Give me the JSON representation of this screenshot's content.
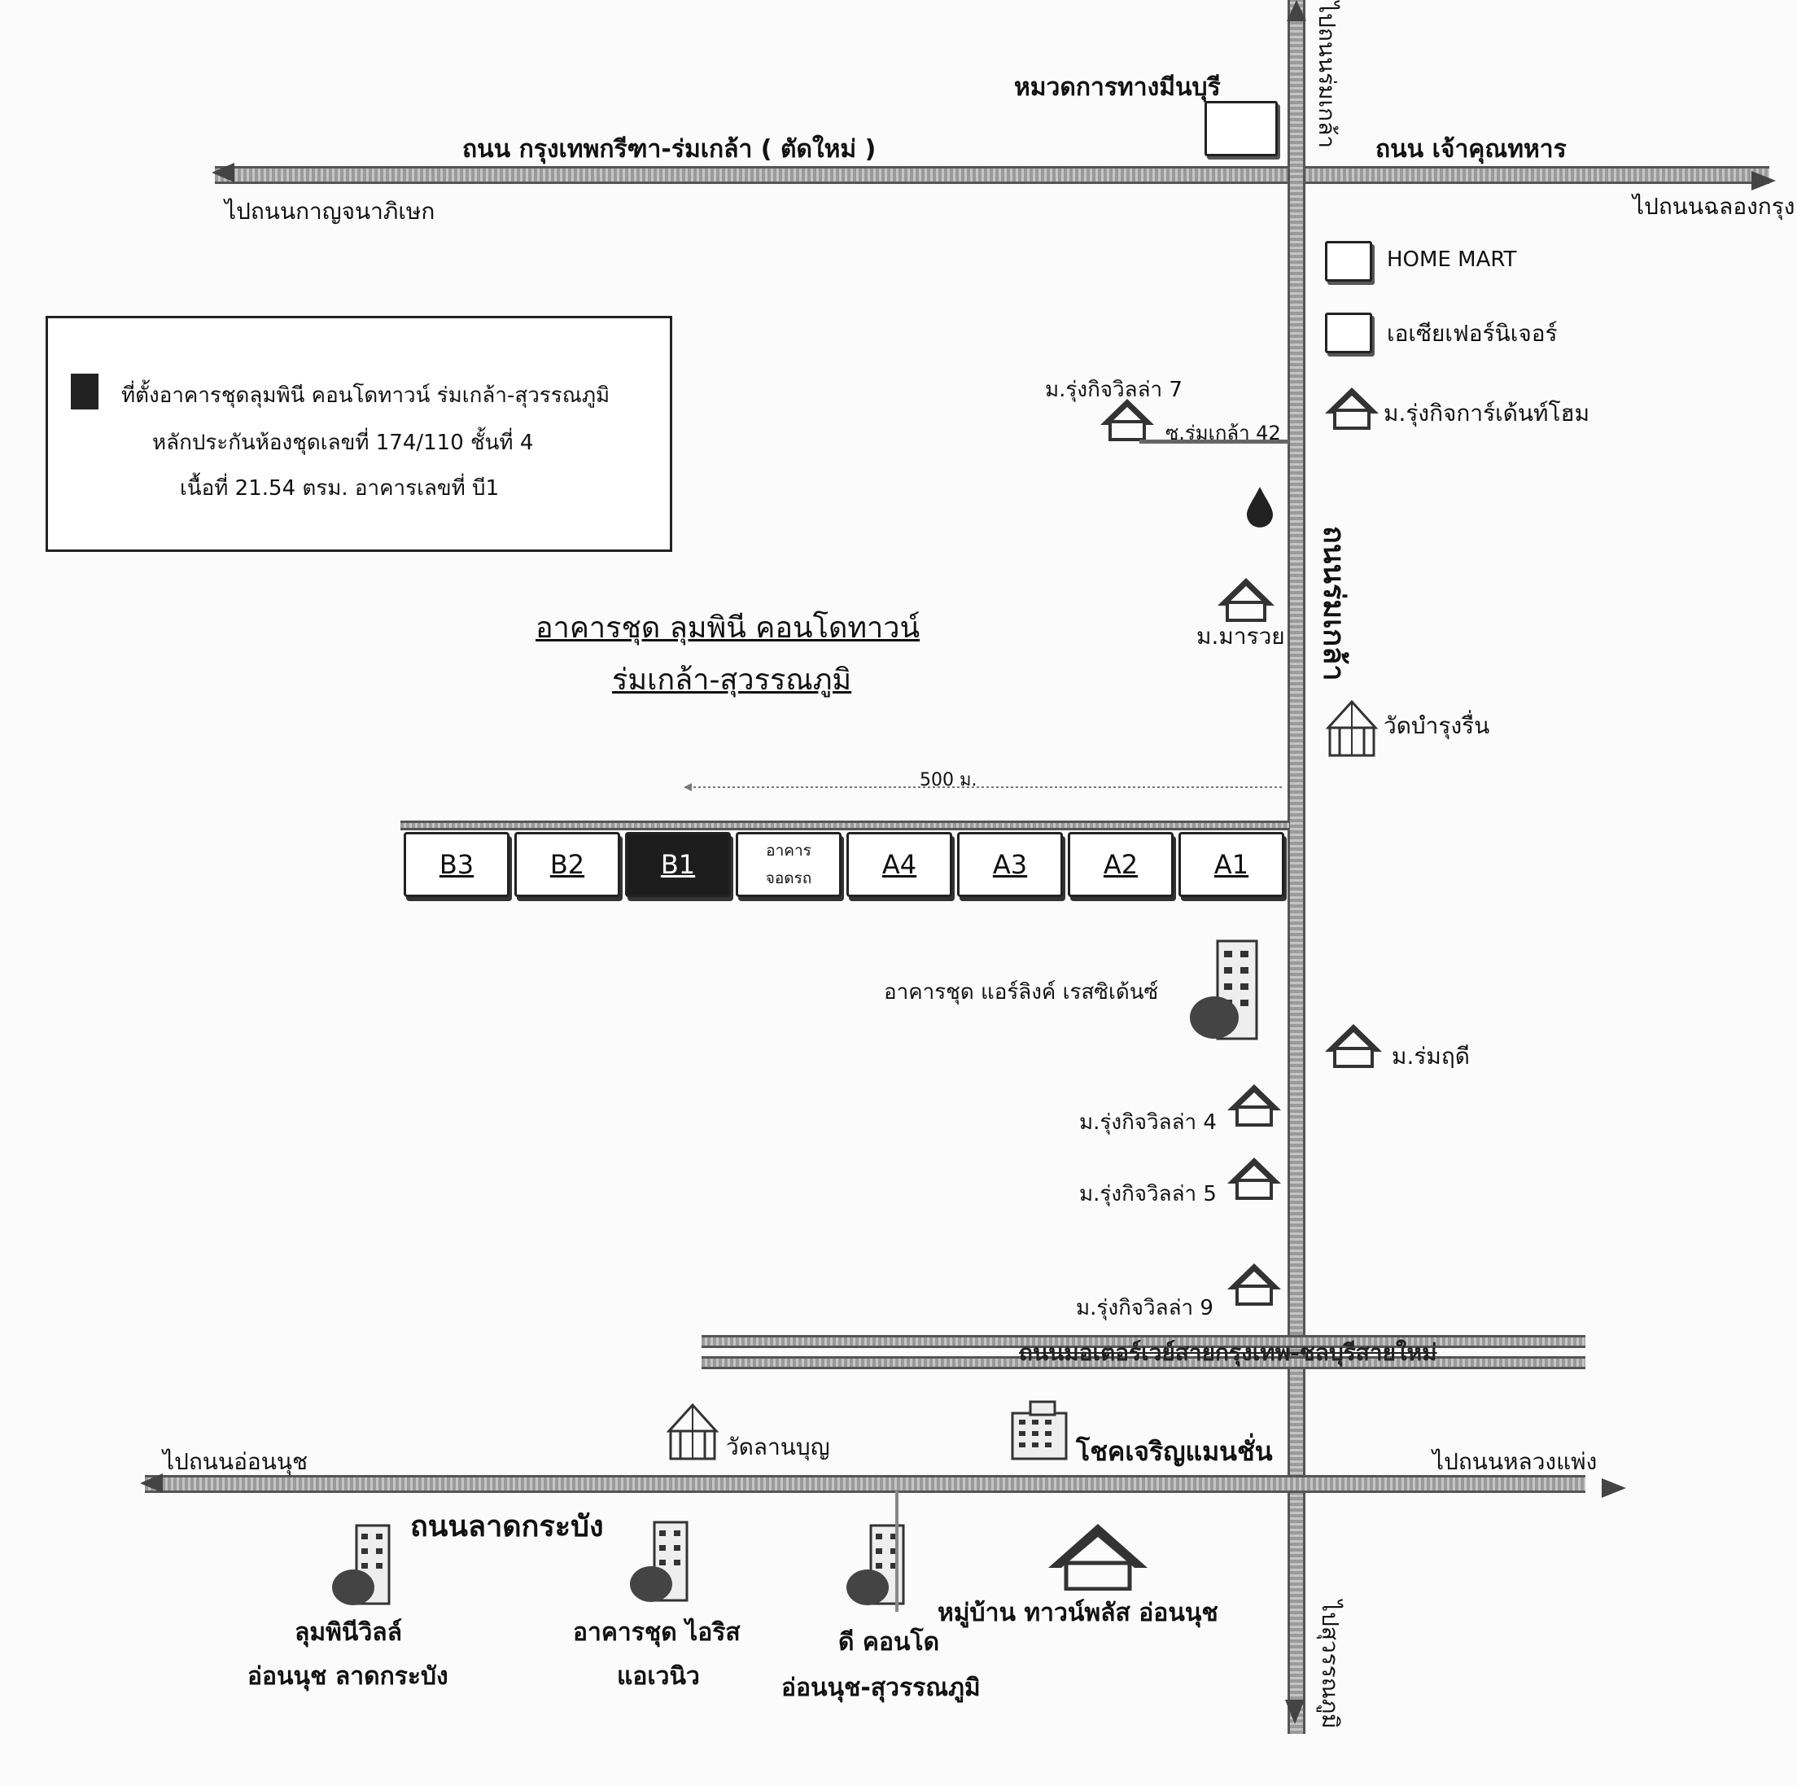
{
  "legend": {
    "line1": "ที่ตั้งอาคารชุดลุมพินี คอนโดทาวน์ ร่มเกล้า-สุวรรณภูมิ",
    "line2": "หลักประกันห้องชุดเลขที่ 174/110 ชั้นที่ 4",
    "line3": "เนื้อที่ 21.54 ตรม.  อาคารเลขที่ บี1"
  },
  "title": {
    "line1": "อาคารชุด ลุมพินี คอนโดทาวน์",
    "line2": "ร่มเกล้า-สุวรรณภูมิ"
  },
  "roads": {
    "top_road": "ถนน กรุงเทพกรีฑา-ร่มเกล้า ( ตัดใหม่ )",
    "top_road_right": "ถนน เจ้าคุณทหาร",
    "to_kanchana": "ไปถนนกาญจนาภิเษก",
    "to_chalong": "ไปถนนฉลองกรุง",
    "to_romklao_top": "ไปถนนร่มเกล้า",
    "romklao": "ถนนร่มเกล้า",
    "motorway": "ถนนมอเตอร์เวย์สายกรุงเทพ-ชลบุรีสายใหม่",
    "lat_krabang": "ถนนลาดกระบัง",
    "to_on_nut": "ไปถนนอ่อนนุช",
    "to_luang_phaeng": "ไปถนนหลวงแพ่ง",
    "to_suvarnabhumi": "ไปสุวรรณภูมิ",
    "distance": "500 ม."
  },
  "landmarks": {
    "highway_dept": "หมวดการทางมีนบุรี",
    "home_mart": "HOME MART",
    "asia_furniture": "เอเซียเฟอร์นิเจอร์",
    "rungkit_7": "ม.รุ่งกิจวิลล่า 7",
    "soi_42": "ซ.ร่มเกล้า 42",
    "rungkit_garden": "ม.รุ่งกิจการ์เด้นท์โฮม",
    "marawai": "ม.มารวย",
    "wat_bamrung": "วัดบำรุงรื่น",
    "airlink": "อาคารชุด แอร์ลิงค์ เรสซิเด้นซ์",
    "romrudee": "ม.ร่มฤดี",
    "rungkit_4": "ม.รุ่งกิจวิลล่า 4",
    "rungkit_5": "ม.รุ่งกิจวิลล่า 5",
    "rungkit_9": "ม.รุ่งกิจวิลล่า 9",
    "wat_lanboon": "วัดลานบุญ",
    "chokcharoen": "โชคเจริญแมนชั่น",
    "lumpini_ville_1": "ลุมพินีวิลล์",
    "lumpini_ville_2": "อ่อนนุช ลาดกระบัง",
    "iris_1": "อาคารชุด ไอริส",
    "iris_2": "แอเวนิว",
    "dcondo_1": "ดี คอนโด",
    "dcondo_2": "อ่อนนุช-สุวรรณภูมิ",
    "townplus": "หมู่บ้าน ทาวน์พลัส อ่อนนุช"
  },
  "buildings": [
    {
      "id": "B3",
      "label": "B3",
      "selected": false
    },
    {
      "id": "B2",
      "label": "B2",
      "selected": false
    },
    {
      "id": "B1",
      "label": "B1",
      "selected": true
    },
    {
      "id": "parking",
      "label1": "อาคาร",
      "label2": "จอดรถ",
      "selected": false
    },
    {
      "id": "A4",
      "label": "A4",
      "selected": false
    },
    {
      "id": "A3",
      "label": "A3",
      "selected": false
    },
    {
      "id": "A2",
      "label": "A2",
      "selected": false
    },
    {
      "id": "A1",
      "label": "A1",
      "selected": false
    }
  ]
}
